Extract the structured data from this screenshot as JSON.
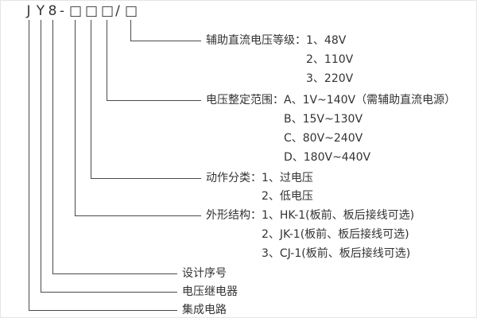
{
  "model": {
    "full": "JY8-□□□/□",
    "chars": [
      "J",
      "Y",
      "8",
      "-",
      "□",
      "□",
      "□",
      "/",
      "□"
    ]
  },
  "groups": [
    {
      "id": "aux-dc-voltage-level",
      "lines": [
        "辅助直流电压等级：1、48V",
        "2、110V",
        "3、220V"
      ]
    },
    {
      "id": "voltage-setting-range",
      "lines": [
        "电压整定范围：A、1V~140V（需辅助直流电源）",
        "B、15V~130V",
        "C、80V~240V",
        "D、180V~440V"
      ]
    },
    {
      "id": "action-category",
      "lines": [
        "动作分类：1、过电压",
        "2、低电压"
      ]
    },
    {
      "id": "outline-structure",
      "lines": [
        "外形结构：1、HK-1(板前、板后接线可选)",
        "2、JK-1(板前、板后接线可选)",
        "3、CJ-1(板前、板后接线可选)"
      ]
    },
    {
      "id": "design-serial-number",
      "lines": [
        "设计序号"
      ]
    },
    {
      "id": "voltage-relay",
      "lines": [
        "电压继电器"
      ]
    },
    {
      "id": "integrated-circuit",
      "lines": [
        "集成电路"
      ]
    }
  ],
  "colors": {
    "line": "#4a4a4a",
    "text": "#333333",
    "background": "#ffffff"
  }
}
